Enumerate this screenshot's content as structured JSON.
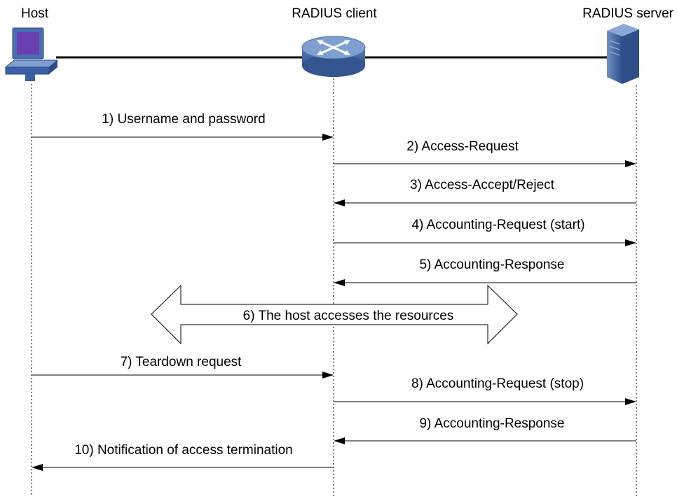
{
  "entities": [
    {
      "id": "host",
      "label": "Host",
      "icon": "desktop-computer-icon"
    },
    {
      "id": "client",
      "label": "RADIUS client",
      "icon": "router-icon"
    },
    {
      "id": "server",
      "label": "RADIUS server",
      "icon": "server-tower-icon"
    }
  ],
  "messages": [
    {
      "from": "host",
      "to": "client",
      "label": "1) Username and password"
    },
    {
      "from": "client",
      "to": "server",
      "label": "2) Access-Request"
    },
    {
      "from": "server",
      "to": "client",
      "label": "3) Access-Accept/Reject"
    },
    {
      "from": "client",
      "to": "server",
      "label": "4) Accounting-Request (start)"
    },
    {
      "from": "server",
      "to": "client",
      "label": "5) Accounting-Response"
    },
    {
      "from": "host",
      "to": "server",
      "label": "6) The host accesses the resources",
      "style": "bidirectional-block"
    },
    {
      "from": "host",
      "to": "client",
      "label": "7) Teardown request"
    },
    {
      "from": "client",
      "to": "server",
      "label": "8) Accounting-Request (stop)"
    },
    {
      "from": "server",
      "to": "client",
      "label": "9) Accounting-Response"
    },
    {
      "from": "client",
      "to": "host",
      "label": "10) Notification of access termination"
    }
  ],
  "colors": {
    "line": "#000000",
    "router_body": "#4a6ea8",
    "router_top": "#7e9fcf",
    "monitor": "#3c5fa8",
    "screen": "#6a3fb0",
    "server": "#3d5d9a"
  }
}
